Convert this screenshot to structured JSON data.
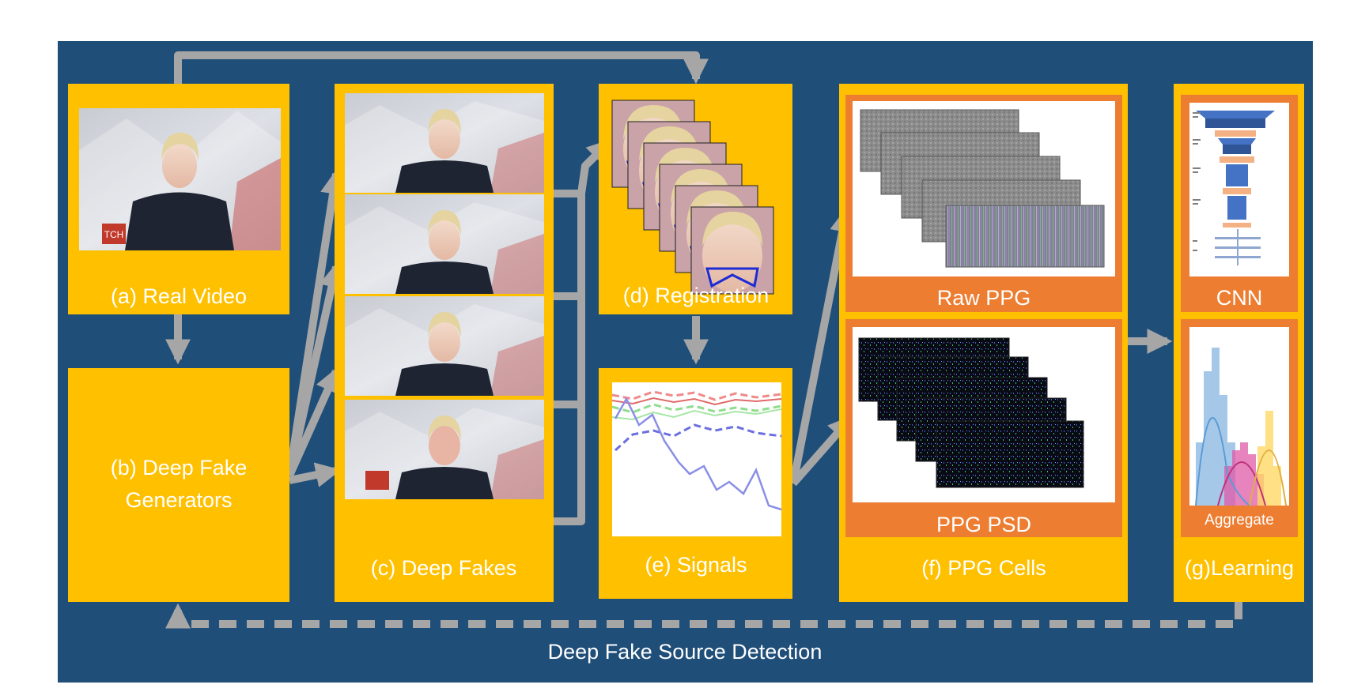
{
  "diagram": {
    "caption": "Deep Fake Source Detection",
    "nodes": {
      "real_video": "(a) Real Video",
      "generators_line1": "(b) Deep Fake",
      "generators_line2": "Generators",
      "deep_fakes": "(c) Deep Fakes",
      "registration": "(d) Registration",
      "signals": "(e) Signals",
      "ppg_cells": "(f) PPG Cells",
      "raw_ppg": "Raw PPG",
      "ppg_psd": "PPG PSD",
      "learning": "(g)Learning",
      "cnn": "CNN",
      "aggregate": "Aggregate"
    },
    "video_badge": "TCH"
  },
  "colors": {
    "background": "#1f4e79",
    "panel": "#ffc000",
    "subpanel": "#ed7d31",
    "arrow": "#a6a6a6",
    "text": "#ffffff"
  }
}
